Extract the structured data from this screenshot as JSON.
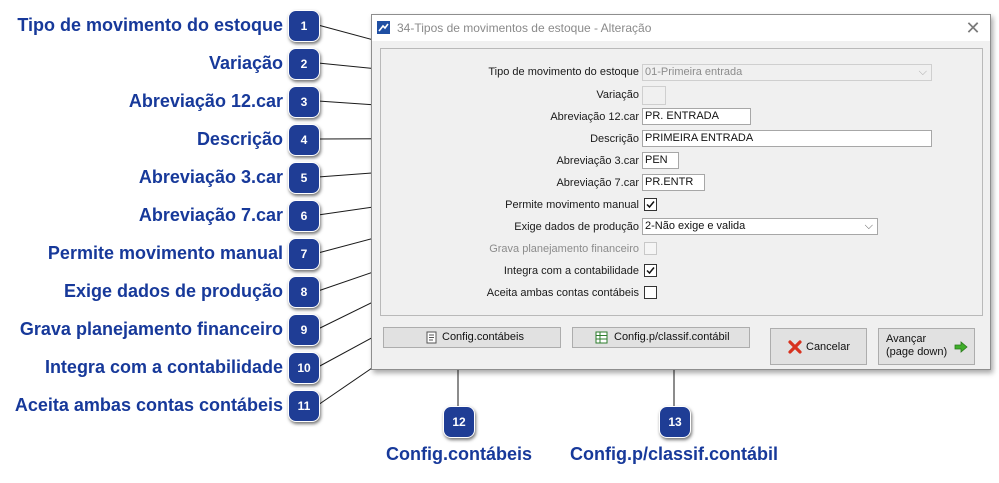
{
  "window": {
    "title": "34-Tipos de movimentos de estoque - Alteração"
  },
  "form": {
    "tipo_label": "Tipo de movimento do estoque",
    "tipo_value": "01-Primeira entrada",
    "variacao_label": "Variação",
    "variacao_value": "",
    "abrev12_label": "Abreviação 12.car",
    "abrev12_value": "PR. ENTRADA",
    "descricao_label": "Descrição",
    "descricao_value": "PRIMEIRA ENTRADA",
    "abrev3_label": "Abreviação 3.car",
    "abrev3_value": "PEN",
    "abrev7_label": "Abreviação 7.car",
    "abrev7_value": "PR.ENTR",
    "permite_label": "Permite movimento manual",
    "permite_checked": true,
    "exige_label": "Exige dados de produção",
    "exige_value": "2-Não exige e valida",
    "grava_label": "Grava planejamento financeiro",
    "grava_checked": false,
    "integra_label": "Integra com a contabilidade",
    "integra_checked": true,
    "aceita_label": "Aceita ambas contas contábeis",
    "aceita_checked": false
  },
  "buttons": {
    "config_contabeis": "Config.contábeis",
    "config_classif": "Config.p/classif.contábil",
    "cancelar": "Cancelar",
    "avancar_line1": "Avançar",
    "avancar_line2": "(page down)"
  },
  "callouts": [
    {
      "num": "1",
      "label": "Tipo de movimento do estoque"
    },
    {
      "num": "2",
      "label": "Variação"
    },
    {
      "num": "3",
      "label": "Abreviação 12.car"
    },
    {
      "num": "4",
      "label": "Descrição"
    },
    {
      "num": "5",
      "label": "Abreviação 3.car"
    },
    {
      "num": "6",
      "label": "Abreviação 7.car"
    },
    {
      "num": "7",
      "label": "Permite movimento manual"
    },
    {
      "num": "8",
      "label": "Exige dados de produção"
    },
    {
      "num": "9",
      "label": "Grava planejamento financeiro"
    },
    {
      "num": "10",
      "label": "Integra com a contabilidade"
    },
    {
      "num": "11",
      "label": "Aceita ambas contas contábeis"
    },
    {
      "num": "12",
      "label": "Config.contábeis"
    },
    {
      "num": "13",
      "label": "Config.p/classif.contábil"
    }
  ],
  "colors": {
    "callout_badge": "#1f3d95",
    "callout_text": "#17399a",
    "dialog_bg": "#f0f0f0"
  }
}
